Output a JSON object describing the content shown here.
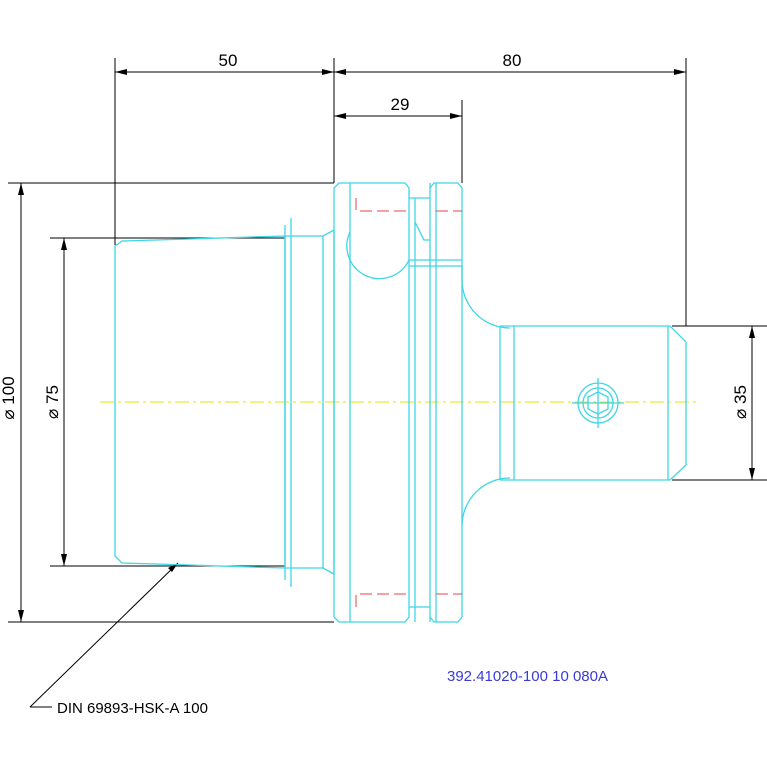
{
  "dimensions": {
    "length_left": "50",
    "length_right": "80",
    "length_flange": "29",
    "dia_flange": "⌀ 100",
    "dia_taper": "⌀ 75",
    "dia_shank": "⌀ 35"
  },
  "annotations": {
    "standard_note": "DIN 69893-HSK-A 100",
    "part_number": "392.41020-100 10 080A"
  },
  "colors": {
    "part_outline": "#3fd6e6",
    "dimension_lines": "#000000",
    "centerline": "#e6e600",
    "hidden_lines": "#e64545",
    "part_number_text": "#3a3ad6"
  }
}
